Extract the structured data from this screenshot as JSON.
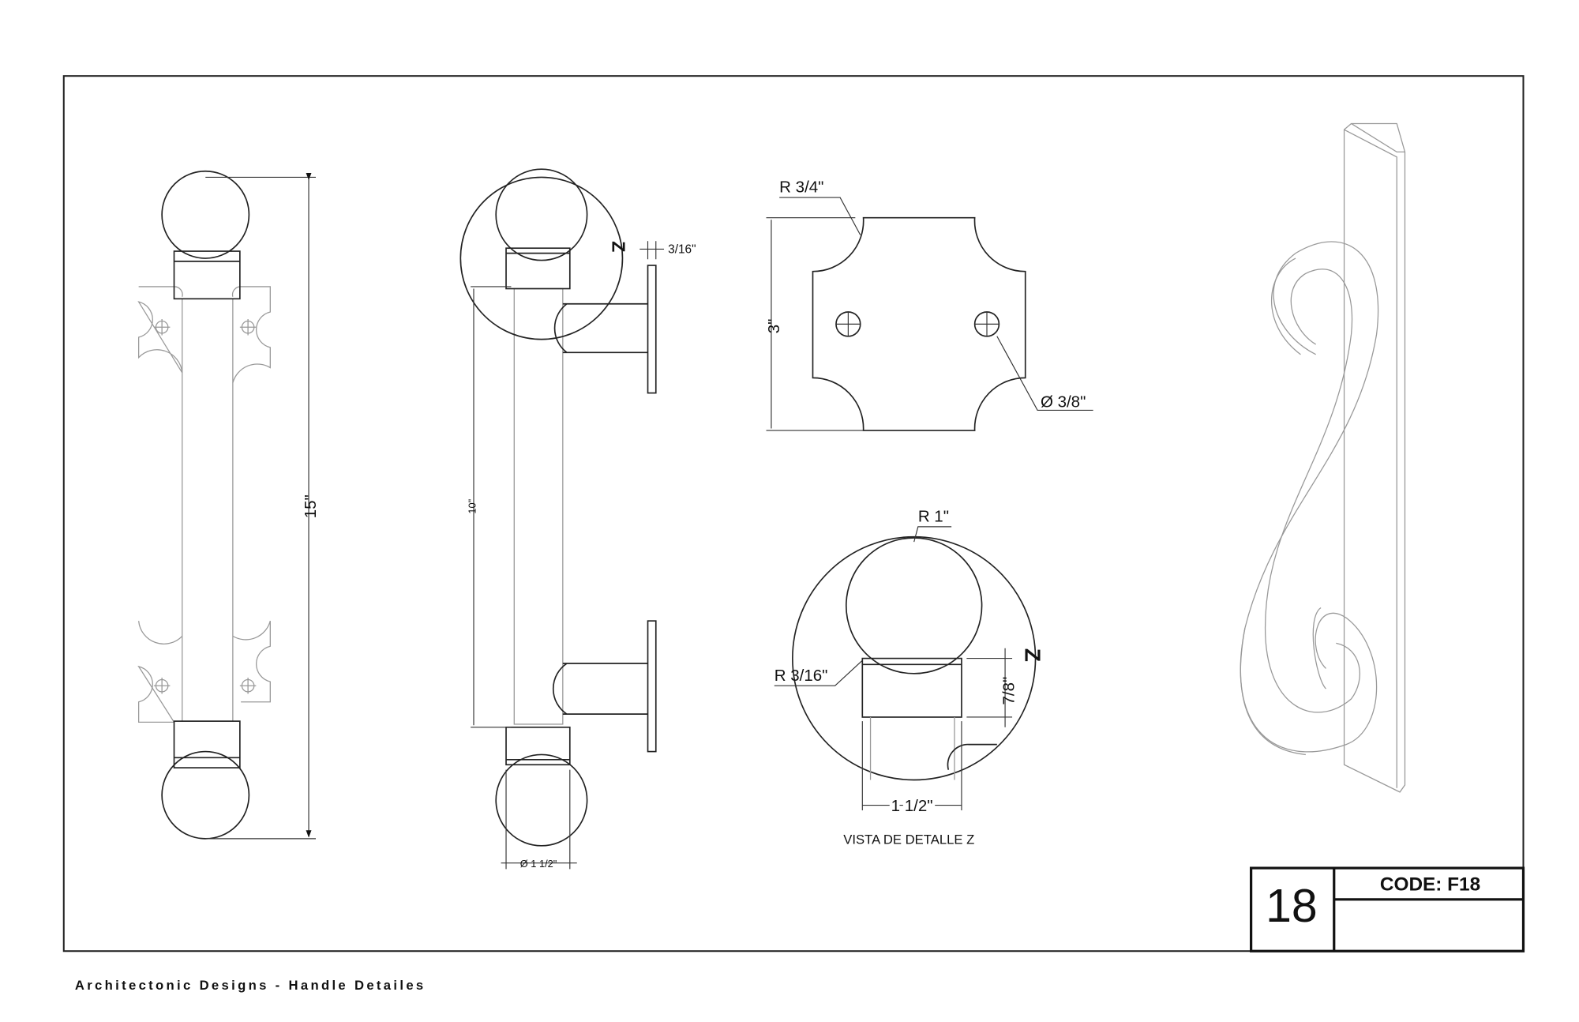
{
  "front_view": {
    "height_label": "15\""
  },
  "side_view": {
    "length_label": "10\"",
    "diameter_label": "Ø 1 1/2\"",
    "plate_thickness_label": "3/16\"",
    "detail_marker": "Z"
  },
  "plate_detail": {
    "corner_radius_label": "R 3/4\"",
    "side_label": "3\"",
    "hole_label": "Ø 3/8\""
  },
  "detail_z": {
    "ball_radius_label": "R 1\"",
    "fillet_label": "R 3/16\"",
    "collar_height_label": "7/8\"",
    "collar_width_label": "1 1/2\"",
    "marker": "Z",
    "caption": "VISTA DE DETALLE Z"
  },
  "title_block": {
    "sheet_number": "18",
    "code": "CODE: F18"
  },
  "footer": "Architectonic Designs - Handle Detailes"
}
